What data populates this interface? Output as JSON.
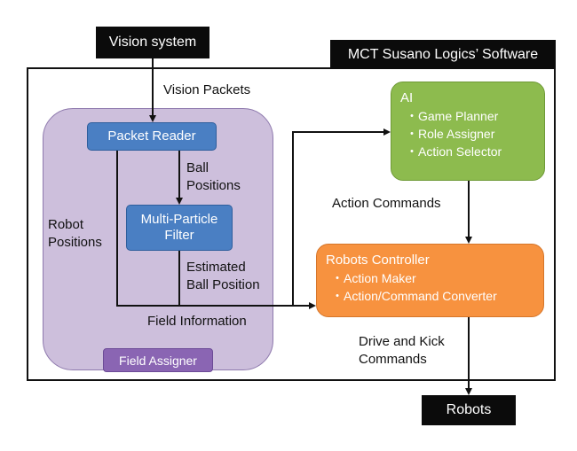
{
  "top_labels": {
    "vision_system": "Vision system",
    "software": "MCT Susano Logics’ Software",
    "robots": "Robots"
  },
  "nodes": {
    "packet_reader": "Packet Reader",
    "filter_line1": "Multi-Particle",
    "filter_line2": "Filter",
    "field_assigner": "Field Assigner",
    "ai": {
      "title": "AI",
      "items": [
        "・Game Planner",
        "・Role Assigner",
        "・Action Selector"
      ]
    },
    "robots_controller": {
      "title": "Robots Controller",
      "items": [
        "・Action Maker",
        "・Action/Command Converter"
      ]
    }
  },
  "edge_labels": {
    "vision_packets": "Vision Packets",
    "ball_positions_1": "Ball",
    "ball_positions_2": "Positions",
    "robot_positions_1": "Robot",
    "robot_positions_2": "Positions",
    "estimated_1": "Estimated",
    "estimated_2": "Ball Position",
    "field_information": "Field Information",
    "action_commands": "Action Commands",
    "drive_kick_1": "Drive and Kick",
    "drive_kick_2": "Commands"
  },
  "colors": {
    "ai": "#8dbb4e",
    "robots_controller": "#f7923f",
    "blue_nodes": "#4a7fc3",
    "purple_group": "#cdbfdc",
    "field_assigner": "#8a65b3"
  }
}
